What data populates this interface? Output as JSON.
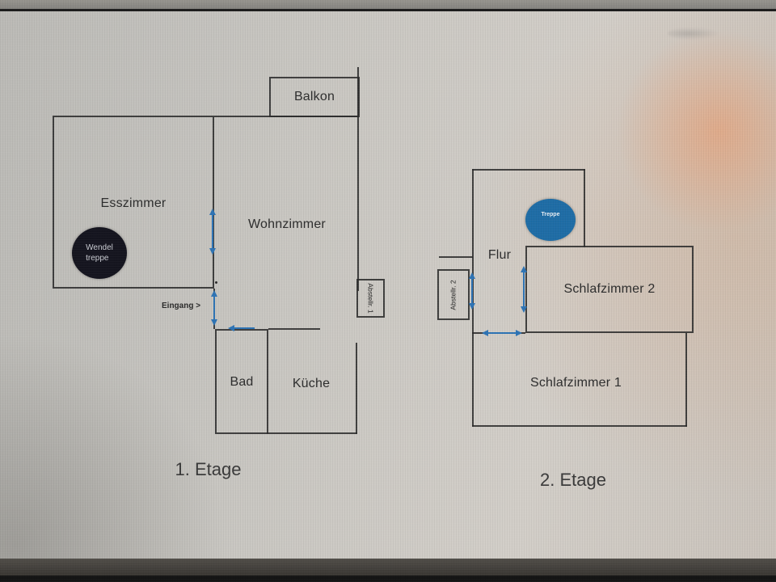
{
  "floor1": {
    "caption": "1. Etage",
    "balkon": "Balkon",
    "esszimmer": "Esszimmer",
    "wohnzimmer": "Wohnzimmer",
    "bad": "Bad",
    "kueche": "Küche",
    "abstellraum1": "Abstellr. 1",
    "wendeltreppe_line1": "Wendel",
    "wendeltreppe_line2": "treppe",
    "eingang": "Eingang >"
  },
  "floor2": {
    "caption": "2. Etage",
    "flur": "Flur",
    "treppe": "Treppe",
    "abstellraum2": "Abstellr. 2",
    "schlafzimmer2": "Schlafzimmer 2",
    "schlafzimmer1": "Schlafzimmer 1"
  },
  "colors": {
    "wall": "#2b2b2b",
    "door_arrow_blue": "#2e74b5",
    "spiral_stair_ellipse": "#15151f",
    "stair_ellipse": "#1f6da6",
    "page_background": "#cac7c2",
    "glow": "#ec9868"
  }
}
